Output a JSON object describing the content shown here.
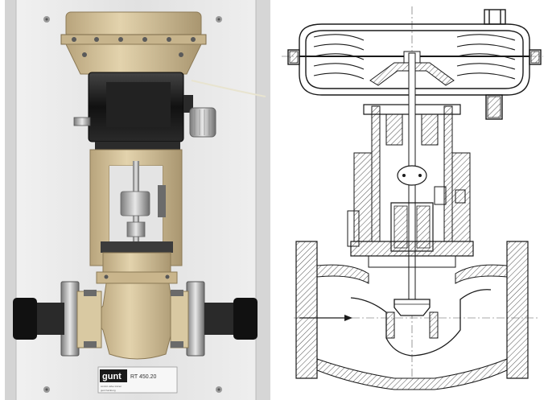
{
  "photo": {
    "nameplate": {
      "brand": "gunt",
      "model": "RT 450.20",
      "line1": "control valve trainer",
      "line2": "gunt hamburg"
    },
    "actuator_labels": [
      "",
      "",
      "",
      "",
      "",
      ""
    ]
  },
  "drawing": {
    "flow_arrow": "inlet flow direction"
  },
  "colors": {
    "panel_background": "#e6e6e6",
    "valve_beige": "#d8c7a2",
    "positioner_black": "#1c1c1c",
    "drawing_line": "#1a1a1a",
    "hatch": "#3a3a3a"
  }
}
